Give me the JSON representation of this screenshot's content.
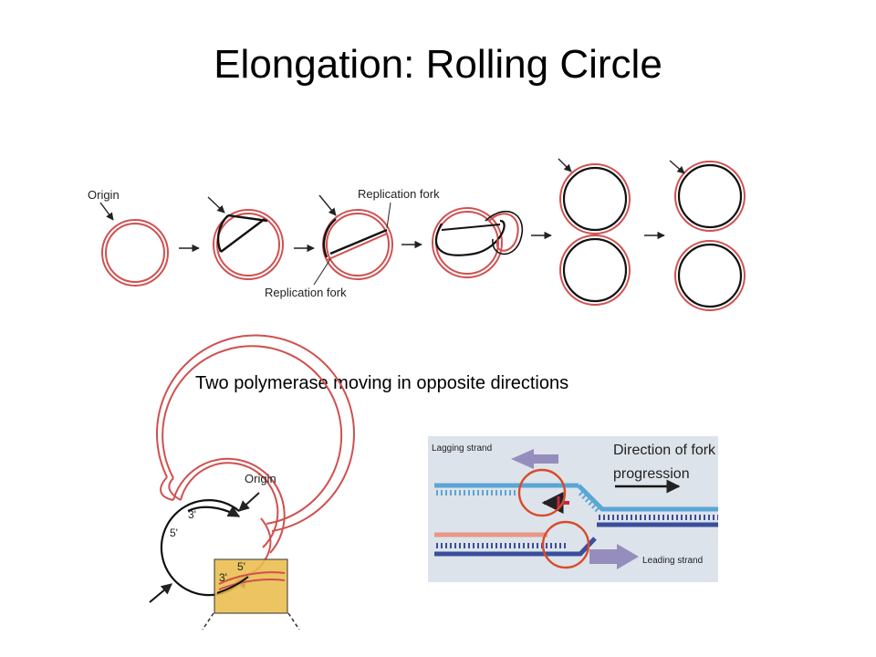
{
  "slide": {
    "title": "Elongation: Rolling Circle",
    "caption": "Two polymerase moving in opposite directions"
  },
  "top_diagram": {
    "origin_label": "Origin",
    "fork_label_top": "Replication fork",
    "fork_label_bottom": "Replication fork"
  },
  "bottom_left_diagram": {
    "origin_label": "Origin",
    "end_3_top": "3'",
    "end_5_left": "5'",
    "end_5_right": "5'",
    "end_3_bottom": "3'"
  },
  "bottom_right_diagram": {
    "lagging_label": "Lagging strand",
    "direction_label_line1": "Direction of fork",
    "direction_label_line2": "progression",
    "leading_label": "Leading strand"
  },
  "colors": {
    "parental_strand": "#d05050",
    "new_strand": "#111111",
    "box_fill": "#e9bd4c",
    "panel_bg": "#dde3ea",
    "blue_strand": "#5aa6d6",
    "navy_strand": "#3a4f9c",
    "pink_strand": "#e89686",
    "highlight_circle": "#d84a2a",
    "enzyme_arrow": "#c42848"
  }
}
